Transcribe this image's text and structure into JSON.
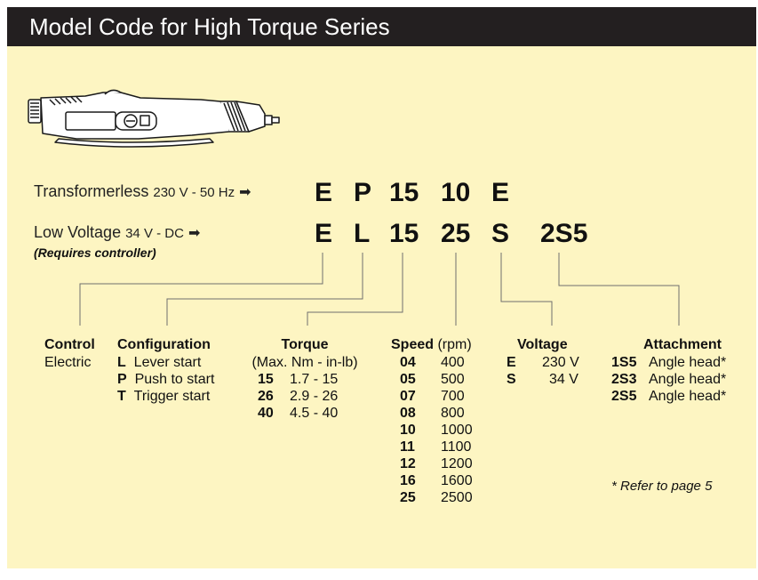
{
  "title": "Model Code for High Torque Series",
  "rows": [
    {
      "label": "Transformerless",
      "spec": "230 V - 50 Hz",
      "codes": [
        "E",
        "P",
        "15",
        "10",
        "E"
      ]
    },
    {
      "label": "Low Voltage",
      "spec": "34 V - DC",
      "note": "(Requires controller)",
      "codes": [
        "E",
        "L",
        "15",
        "25",
        "S",
        "2S5"
      ]
    }
  ],
  "columns": {
    "control": {
      "header": "Control",
      "value": "Electric"
    },
    "configuration": {
      "header": "Configuration",
      "items": [
        {
          "code": "L",
          "label": "Lever start"
        },
        {
          "code": "P",
          "label": "Push to start"
        },
        {
          "code": "T",
          "label": "Trigger start"
        }
      ]
    },
    "torque": {
      "header": "Torque",
      "subheader": "(Max. Nm - in-lb)",
      "items": [
        {
          "code": "15",
          "value": "1.7 - 15"
        },
        {
          "code": "26",
          "value": "2.9 - 26"
        },
        {
          "code": "40",
          "value": "4.5 - 40"
        }
      ]
    },
    "speed": {
      "header": "Speed",
      "unit": "(rpm)",
      "items": [
        {
          "code": "04",
          "value": "400"
        },
        {
          "code": "05",
          "value": "500"
        },
        {
          "code": "07",
          "value": "700"
        },
        {
          "code": "08",
          "value": "800"
        },
        {
          "code": "10",
          "value": "1000"
        },
        {
          "code": "11",
          "value": "1100"
        },
        {
          "code": "12",
          "value": "1200"
        },
        {
          "code": "16",
          "value": "1600"
        },
        {
          "code": "25",
          "value": "2500"
        }
      ]
    },
    "voltage": {
      "header": "Voltage",
      "items": [
        {
          "code": "E",
          "value": "230 V"
        },
        {
          "code": "S",
          "value": "34 V"
        }
      ]
    },
    "attachment": {
      "header": "Attachment",
      "items": [
        {
          "code": "1S5",
          "label": "Angle head*"
        },
        {
          "code": "2S3",
          "label": "Angle head*"
        },
        {
          "code": "2S5",
          "label": "Angle head*"
        }
      ]
    }
  },
  "footnote": "* Refer to page 5"
}
